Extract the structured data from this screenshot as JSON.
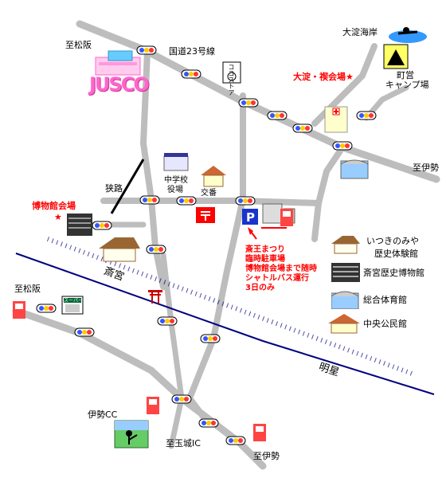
{
  "labels": {
    "to_matsusaka_top": "至松阪",
    "route23": "国道23号線",
    "oyodo_beach": "大淀海岸",
    "machimiya": "町営",
    "camp": "キャンプ場",
    "oyodo_venue": "大淀・禊会場★",
    "to_ise_right": "至伊勢",
    "narrow_road": "狭路",
    "junior_high": "中学校",
    "town_office": "役場",
    "koban": "交番",
    "museum_venue": "博物館会場",
    "museum_star": "★",
    "to_matsusaka_left": "至松阪",
    "saiku": "斎宮",
    "meisei": "明星",
    "ise_cc": "伊勢CC",
    "tamaki_ic": "至玉城IC",
    "to_ise_bottom": "至伊勢",
    "jusco": "JUSCO",
    "cocostore": "ココストア",
    "super": "スーパー",
    "gs": "GS"
  },
  "notice": {
    "line1": "斎王まつり",
    "line2": "臨時駐車場",
    "line3": "博物館会場まで随時",
    "line4": "シャトルバス運行",
    "line5": "3日のみ"
  },
  "legend": [
    {
      "name": "legend-itsuki-no-miya",
      "icon": "traditional-house-icon",
      "label": "いつきのみや",
      "label2": "歴史体験館"
    },
    {
      "name": "legend-saiku-museum",
      "icon": "museum-building-icon",
      "label": "斎宮歴史博物館"
    },
    {
      "name": "legend-gymnasium",
      "icon": "gymnasium-icon",
      "label": "総合体育館"
    },
    {
      "name": "legend-public-hall",
      "icon": "public-hall-icon",
      "label": "中央公民館"
    }
  ],
  "colors": {
    "road": "#bdbdbd",
    "railway": "#000080",
    "venue_text": "#ff0000",
    "parking": "#1a33cc",
    "post_office": "#ff0000",
    "jusco": "#ff66cc"
  }
}
